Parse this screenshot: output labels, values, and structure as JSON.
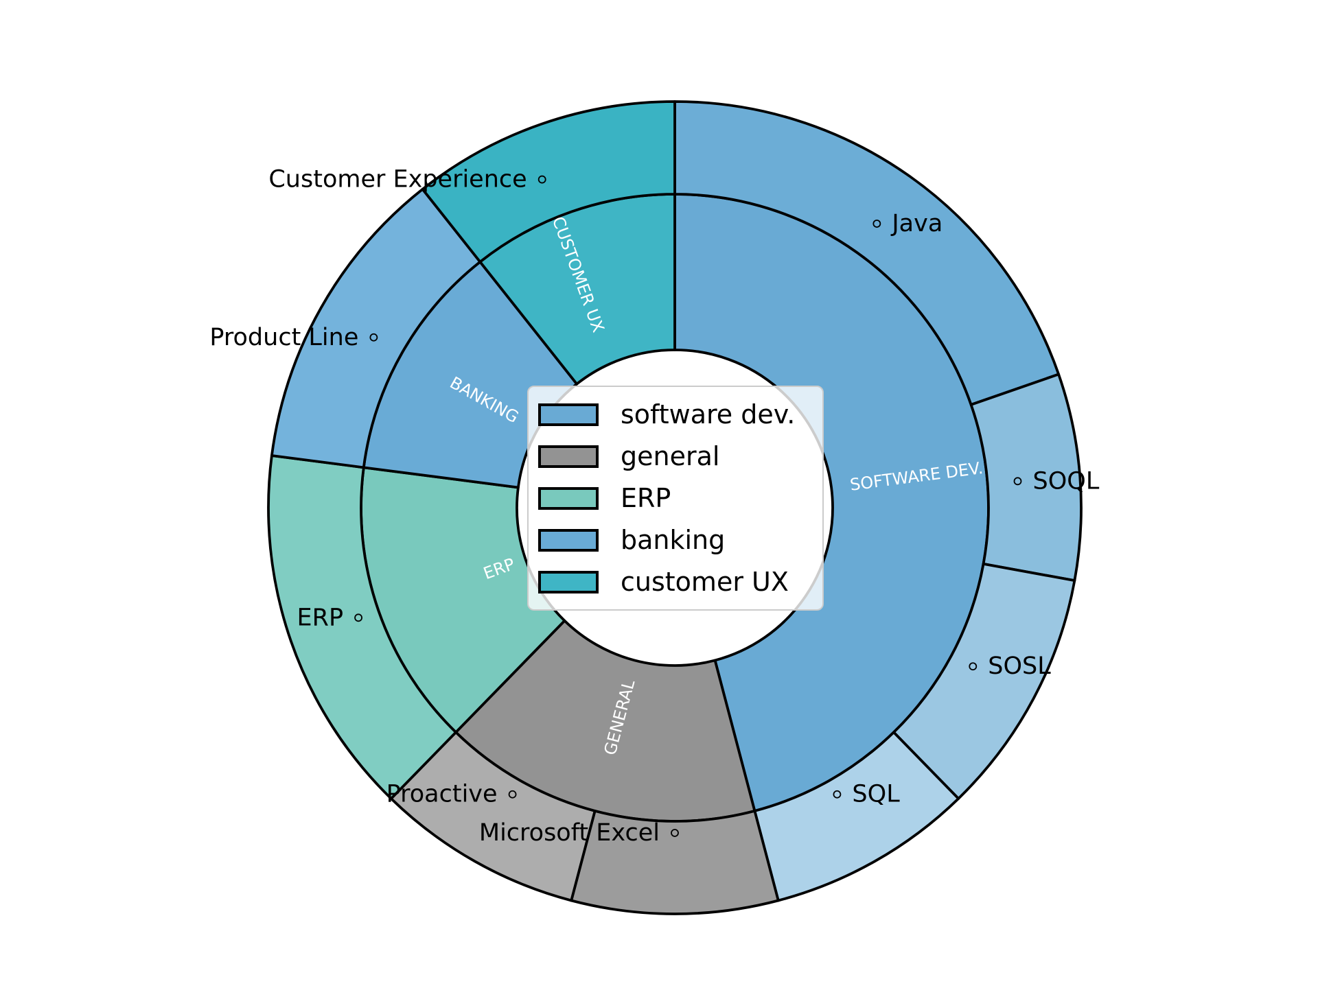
{
  "chart_data": {
    "type": "pie",
    "subtype": "sunburst-nested-donut",
    "title": "",
    "total": 61,
    "rings": [
      "inner: category groups",
      "outer: subcategory segments"
    ],
    "groups": [
      {
        "name": "software dev.",
        "value": 28,
        "color": "#69aad4",
        "ring_label": "SOFTWARE DEV.",
        "label_r": 355,
        "label_rot": -7.4,
        "children": [
          {
            "name": "Java",
            "value": 12,
            "color": "#6cadd6",
            "label_r": 508
          },
          {
            "name": "SOQL",
            "value": 5,
            "color": "#8abedd",
            "label_r": 501
          },
          {
            "name": "SOSL",
            "value": 6,
            "color": "#9bc7e2",
            "label_r": 492
          },
          {
            "name": "SQL",
            "value": 5,
            "color": "#add2e9",
            "label_r": 480
          }
        ]
      },
      {
        "name": "general",
        "value": 10,
        "color": "#939393",
        "ring_label": "GENERAL",
        "label_r": 316,
        "label_rot": -75.2,
        "children": [
          {
            "name": "Microsoft Excel",
            "value": 5,
            "color": "#9c9c9c",
            "label_r": 474
          },
          {
            "name": "Proactive",
            "value": 5,
            "color": "#adadad",
            "label_r": 480
          }
        ]
      },
      {
        "name": "ERP",
        "value": 9,
        "color": "#79c9bd",
        "ring_label": "ERP",
        "label_r": 271,
        "label_rot": -20,
        "children": [
          {
            "name": "ERP",
            "value": 9,
            "color": "#80cdc2",
            "label_r": 488
          }
        ]
      },
      {
        "name": "banking",
        "value": 7.5,
        "color": "#69abd6",
        "ring_label": "BANKING",
        "label_r": 319,
        "label_rot": 29.5,
        "children": [
          {
            "name": "Product Line",
            "value": 7.5,
            "color": "#74b3dc",
            "label_r": 504
          }
        ]
      },
      {
        "name": "customer UX",
        "value": 6.5,
        "color": "#3fb5c5",
        "ring_label": "CUSTOMER UX",
        "label_r": 368,
        "label_rot": 70,
        "label_theta": 337.5,
        "children": [
          {
            "name": "Customer Experience",
            "value": 6.5,
            "color": "#3ab3c3",
            "label_r": 516,
            "label_theta": 338
          }
        ]
      }
    ],
    "legend_position": "center",
    "grid": false
  },
  "legend": {
    "items": [
      {
        "label": "software dev.",
        "color": "#69aad4"
      },
      {
        "label": "general",
        "color": "#939393"
      },
      {
        "label": "ERP",
        "color": "#79c9bd"
      },
      {
        "label": "banking",
        "color": "#69abd6"
      },
      {
        "label": "customer UX",
        "color": "#3fb5c5"
      }
    ]
  },
  "style": {
    "wedge_stroke": "#000000",
    "outer_label_color": "#000000",
    "inner_label_color": "#ffffff"
  }
}
